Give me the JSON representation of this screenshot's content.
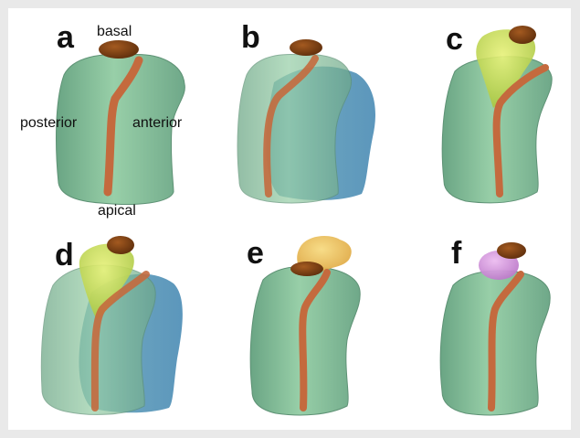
{
  "panels": [
    {
      "label": "a"
    },
    {
      "label": "b"
    },
    {
      "label": "c"
    },
    {
      "label": "d"
    },
    {
      "label": "e"
    },
    {
      "label": "f"
    }
  ],
  "annotations": {
    "basal": "basal",
    "posterior": "posterior",
    "anterior": "anterior",
    "apical": "apical"
  },
  "colors": {
    "tissue": "#8fc7a0",
    "canal": "#c46a3e",
    "cap": "#7a3f12",
    "blue_volume": "#6aa8c8",
    "yellow_green_cone": "#c8e05a",
    "orange_blob": "#eec55a",
    "pink_sphere": "#cf8fd8"
  }
}
